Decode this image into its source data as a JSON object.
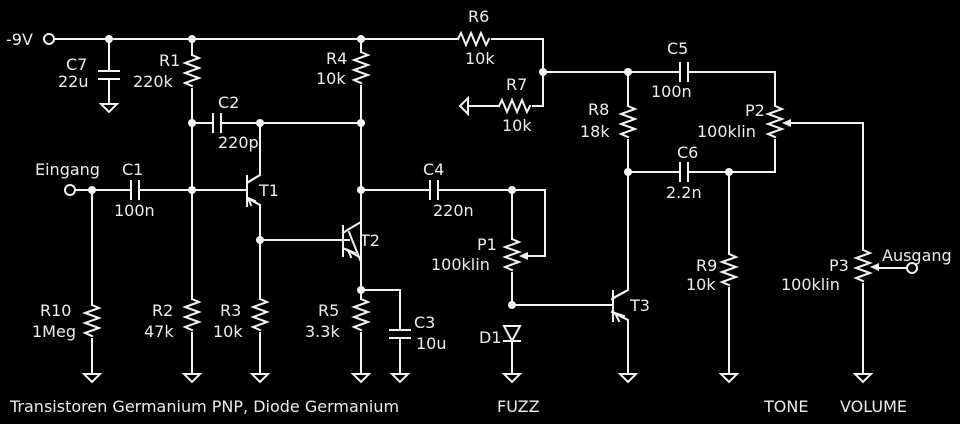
{
  "diagram": {
    "type": "circuit-schematic",
    "title": "Germanium fuzz pedal schematic",
    "colors": {
      "background": "#000000",
      "stroke": "#f2f2f2",
      "text": "#ececec"
    },
    "terminals": {
      "supply": "-9V",
      "input": "Eingang",
      "output": "Ausgang"
    },
    "components": {
      "R1": {
        "name": "R1",
        "value": "220k"
      },
      "R2": {
        "name": "R2",
        "value": "47k"
      },
      "R3": {
        "name": "R3",
        "value": "10k"
      },
      "R4": {
        "name": "R4",
        "value": "10k"
      },
      "R5": {
        "name": "R5",
        "value": "3.3k"
      },
      "R6": {
        "name": "R6",
        "value": "10k"
      },
      "R7": {
        "name": "R7",
        "value": "10k"
      },
      "R8": {
        "name": "R8",
        "value": "18k"
      },
      "R9": {
        "name": "R9",
        "value": "10k"
      },
      "R10": {
        "name": "R10",
        "value": "1Meg"
      },
      "C1": {
        "name": "C1",
        "value": "100n"
      },
      "C2": {
        "name": "C2",
        "value": "220p"
      },
      "C3": {
        "name": "C3",
        "value": "10u"
      },
      "C4": {
        "name": "C4",
        "value": "220n"
      },
      "C5": {
        "name": "C5",
        "value": "100n"
      },
      "C6": {
        "name": "C6",
        "value": "2.2n"
      },
      "C7": {
        "name": "C7",
        "value": "22u"
      },
      "P1": {
        "name": "P1",
        "value": "100klin"
      },
      "P2": {
        "name": "P2",
        "value": "100klin"
      },
      "P3": {
        "name": "P3",
        "value": "100klin"
      },
      "D1": {
        "name": "D1"
      },
      "T1": {
        "name": "T1"
      },
      "T2": {
        "name": "T2"
      },
      "T3": {
        "name": "T3"
      }
    },
    "captions": {
      "note": "Transistoren Germanium PNP, Diode Germanium",
      "fuzz": "FUZZ",
      "tone": "TONE",
      "volume": "VOLUME"
    }
  }
}
